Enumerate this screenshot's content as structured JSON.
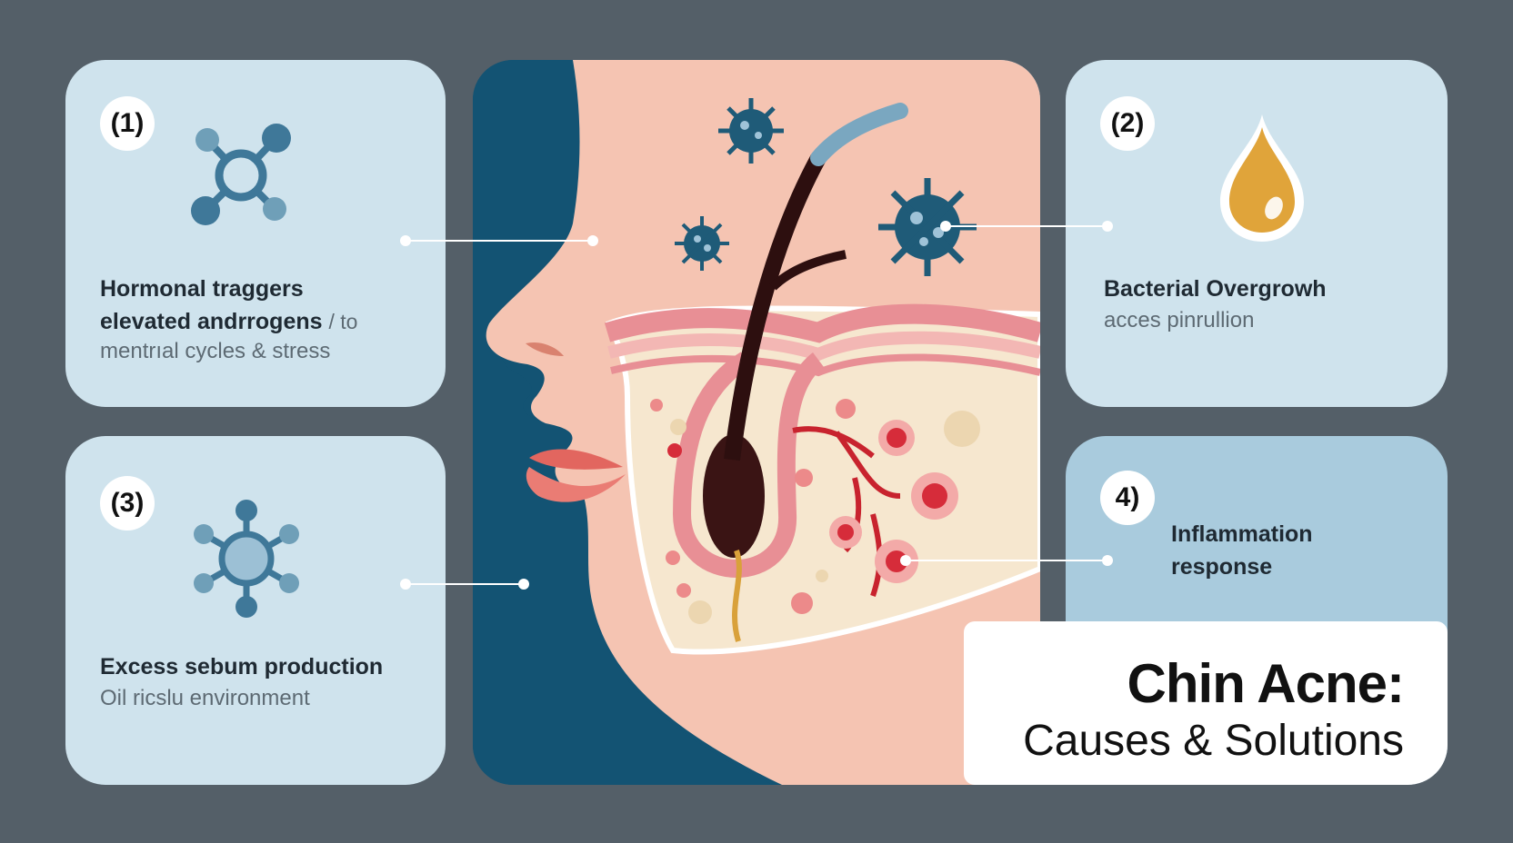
{
  "cards": [
    {
      "badge": "(1)",
      "title_lines": [
        "Hormonal traggers",
        "elevated andrrogens"
      ],
      "title_suffix": "/ to",
      "sub_lines": [
        "mentrıal cycles & stress"
      ],
      "icon": "hormone-molecule-icon"
    },
    {
      "badge": "(2)",
      "title_lines": [
        "Bacterial Overgrowh"
      ],
      "sub_lines": [
        "acces pinrullion"
      ],
      "icon": "oil-drop-icon"
    },
    {
      "badge": "(3)",
      "title_lines": [
        "Excess sebum production"
      ],
      "sub_lines": [
        "Oil ricslu environment"
      ],
      "icon": "sebum-molecule-icon"
    },
    {
      "badge": "4)",
      "title_lines": [
        "Inflammation",
        "response"
      ],
      "sub_lines": [],
      "icon": ""
    }
  ],
  "title": {
    "line1": "Chin Acne:",
    "line2": "Causes & Solutions"
  },
  "colors": {
    "background": "#545f68",
    "card": "#cfe3ed",
    "card_alt": "#a9cbdd",
    "skin": "#f5c4b2",
    "bacteria": "#1f5b78",
    "inflammation": "#d62c3a",
    "oil": "#e0a43a"
  }
}
